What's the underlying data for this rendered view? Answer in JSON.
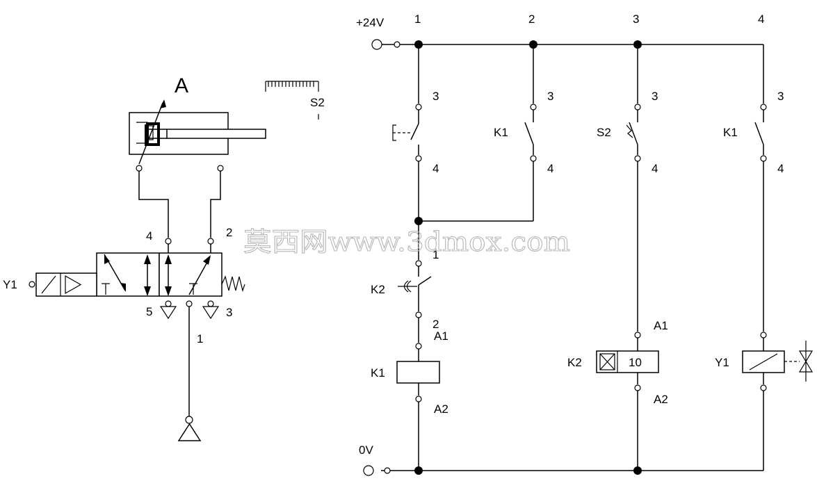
{
  "pneumatic": {
    "cylinder_label": "A",
    "sensor_label": "S2",
    "solenoid_label": "Y1",
    "valve_port_4": "4",
    "valve_port_2": "2",
    "valve_port_5": "5",
    "valve_port_3": "3",
    "valve_port_1": "1"
  },
  "electrical": {
    "supply_positive": "+24V",
    "supply_zero": "0V",
    "column_numbers": [
      "1",
      "2",
      "3",
      "4"
    ],
    "contact_terminal_top": "3",
    "contact_terminal_bottom": "4",
    "rung2_contact_label": "K1",
    "rung3_contact_label": "S2",
    "rung4_contact_label": "K1",
    "timer_contact_label": "K2",
    "timer_terminal_top": "1",
    "timer_terminal_bottom": "2",
    "coil_terminal_a1": "A1",
    "coil_terminal_a2": "A2",
    "relay_coil_label": "K1",
    "timer_coil_label": "K2",
    "timer_coil_value": "10",
    "solenoid_coil_label": "Y1"
  },
  "watermark": "莫西网www.3dmox.com"
}
